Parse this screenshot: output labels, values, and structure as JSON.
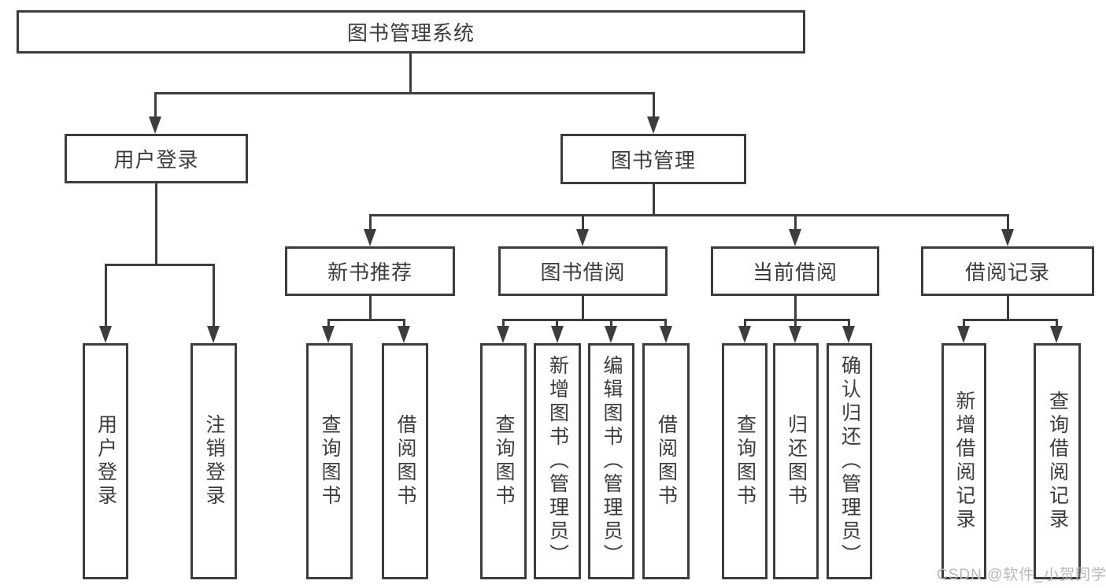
{
  "diagram": {
    "title": "图书管理系统",
    "level2": [
      {
        "label": "用户登录"
      },
      {
        "label": "图书管理"
      }
    ],
    "level3": [
      {
        "label": "新书推荐",
        "parent": "图书管理"
      },
      {
        "label": "图书借阅",
        "parent": "图书管理"
      },
      {
        "label": "当前借阅",
        "parent": "图书管理"
      },
      {
        "label": "借阅记录",
        "parent": "图书管理"
      }
    ],
    "leaves": [
      {
        "label": "用户登录",
        "parent": "用户登录"
      },
      {
        "label": "注销登录",
        "parent": "用户登录"
      },
      {
        "label": "查询图书",
        "parent": "新书推荐"
      },
      {
        "label": "借阅图书",
        "parent": "新书推荐"
      },
      {
        "label": "查询图书",
        "parent": "图书借阅"
      },
      {
        "label": "新增图书（管理员）",
        "parent": "图书借阅"
      },
      {
        "label": "编辑图书（管理员）",
        "parent": "图书借阅"
      },
      {
        "label": "借阅图书",
        "parent": "图书借阅"
      },
      {
        "label": "查询图书",
        "parent": "当前借阅"
      },
      {
        "label": "归还图书",
        "parent": "当前借阅"
      },
      {
        "label": "确认归还（管理员）",
        "parent": "当前借阅"
      },
      {
        "label": "新增借阅记录",
        "parent": "借阅记录"
      },
      {
        "label": "查询借阅记录",
        "parent": "借阅记录"
      }
    ]
  },
  "watermark": {
    "text": "CSDN @软件_小贺同学"
  },
  "colors": {
    "line": "#3d3d3d",
    "text": "#3c3c3c",
    "box_bg": "#ffffff",
    "watermark": "#b9b9b9"
  }
}
